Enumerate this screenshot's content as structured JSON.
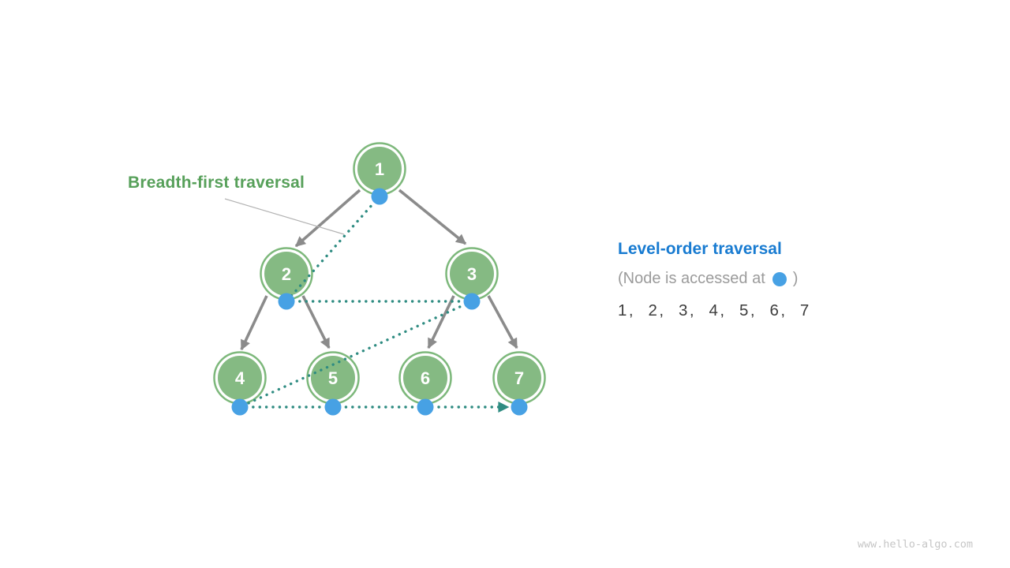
{
  "annotation": {
    "label": "Breadth-first traversal",
    "color": "#57a05a"
  },
  "legend": {
    "title": "Level-order traversal",
    "title_color": "#187bd1",
    "note_prefix": "(Node is accessed at",
    "note_suffix": ")",
    "dot_color": "#47a1e4",
    "sequence": "1,  2,  3,  4,  5,  6,  7"
  },
  "tree": {
    "nodes": [
      {
        "label": "1"
      },
      {
        "label": "2"
      },
      {
        "label": "3"
      },
      {
        "label": "4"
      },
      {
        "label": "5"
      },
      {
        "label": "6"
      },
      {
        "label": "7"
      }
    ],
    "node_fill": "#85ba83",
    "node_ring": "#7db87b",
    "node_label_color": "#ffffff",
    "edge_color": "#8b8b8b",
    "leader_color": "#b3b3b3",
    "traversal_color": "#2f8c82",
    "access_dot_color": "#47a1e4"
  },
  "footer": {
    "watermark": "www.hello-algo.com"
  }
}
